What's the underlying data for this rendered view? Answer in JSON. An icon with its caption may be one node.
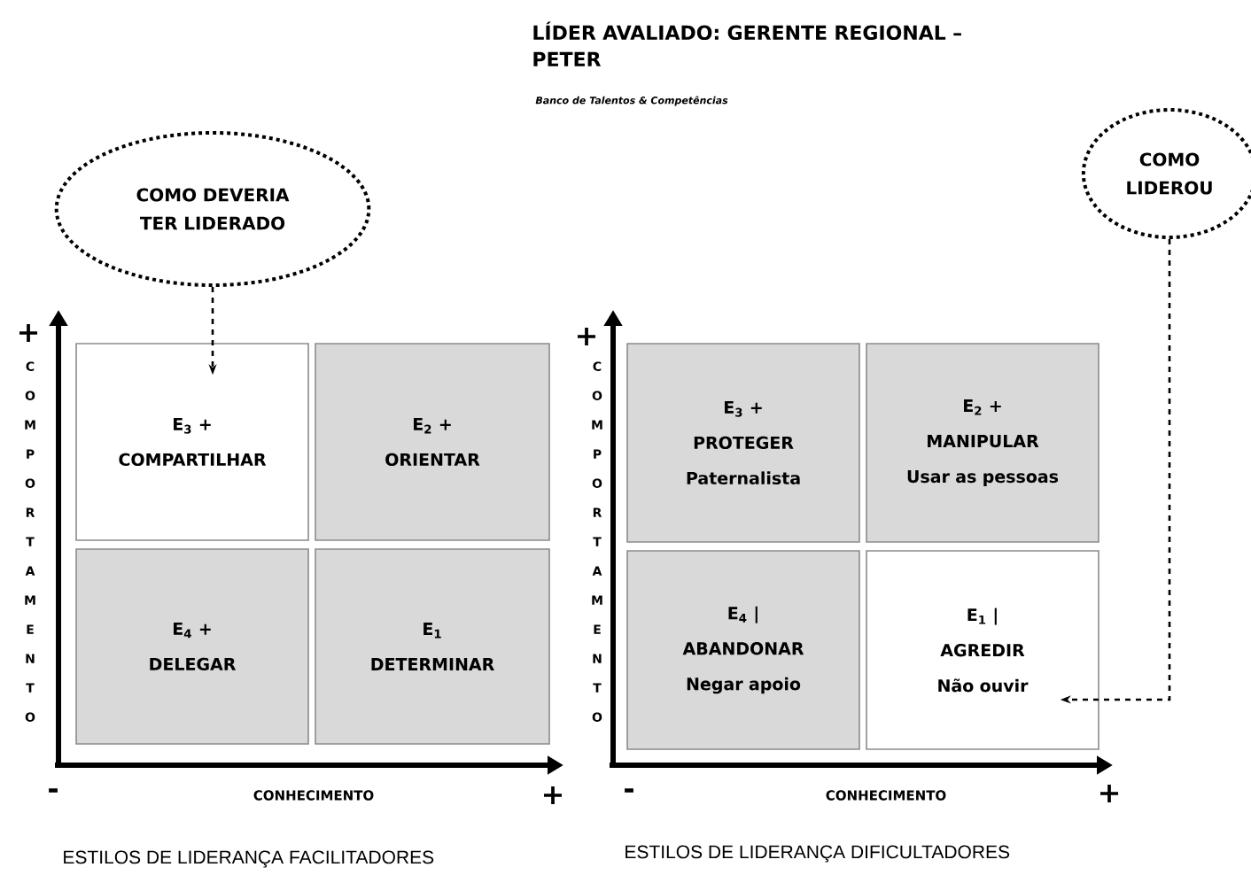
{
  "diagram": {
    "title": "LÍDER AVALIADO: GERENTE REGIONAL – PETER",
    "nodes": [
      {
        "text": [
          "COMO DEVERIA TER LIDERADO"
        ]
      },
      {
        "text": [
          "COMO LIDEROU"
        ]
      },
      {
        "text": [
          "E$_{3}$ +",
          "COMPARTILHAR"
        ]
      },
      {
        "text": [
          "E$_{2}$ +",
          "ORIENTAR"
        ]
      },
      {
        "text": [
          "E$_{4}$ +",
          "DELEGAR"
        ]
      },
      {
        "text": [
          "E$_{1}$",
          "DETERMINAR"
        ]
      },
      {
        "text": [
          "E$_{3}$ +",
          "PROTEGER",
          "Paternalista"
        ]
      },
      {
        "text": [
          "E$_{2}$ +",
          "MANIPULAR",
          "Usar as pessoas"
        ]
      },
      {
        "text": [
          "E$_{4}$ |",
          "ABANDONAR",
          "Negar apoio"
        ]
      },
      {
        "text": [
          "E$_{1}$ |",
          "AGREDIR",
          "Não ouvir"
        ]
      }
    ],
    "edges": [
      {
        "from": 0,
        "to": 2,
        "arrow": "to",
        "style": "dashed"
      },
      {
        "from": 1,
        "to": 9,
        "arrow": "to",
        "style": "dashed"
      }
    ],
    "labels": [
      "Banco de Talentos & Competências",
      "+",
      "COMPORTAMENTO",
      "+",
      "COMPORTAMENTO",
      "-",
      "CONHECIMENTO",
      "+",
      "-",
      "CONHECIMENTO",
      "+",
      "ESTILOS DE LIDERANÇA FACILITADORES",
      "ESTILOS DE LIDERANÇA DIFICULTADORES"
    ]
  }
}
